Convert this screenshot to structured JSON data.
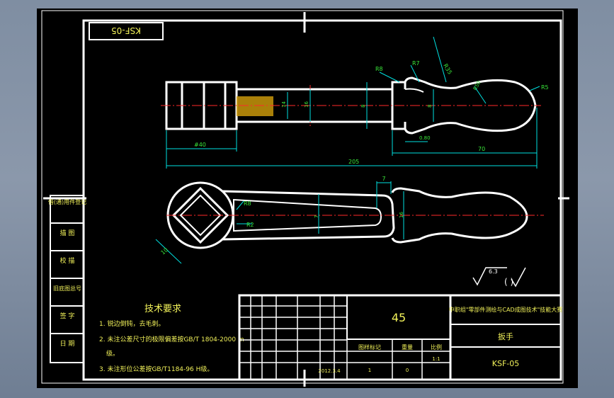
{
  "stamp": "KSF-05",
  "dims": {
    "d1": "R8",
    "d2": "R7",
    "d3": "R35",
    "d4": "R5",
    "d5": "R50",
    "d6": "14",
    "d7": "16",
    "d8": "8",
    "d9": "8",
    "d10": "#40",
    "d11": "0.80",
    "d12": "70",
    "d13": "205",
    "d14": "7",
    "d15": "R8",
    "d16": "R2",
    "d17": "10",
    "d18": "7",
    "d19": "16"
  },
  "roughness": {
    "value": "6.3",
    "paren": "( )"
  },
  "side_table": [
    "借(通)用件登记",
    "描 图",
    "校 描",
    "旧底图总号",
    "签 字",
    "日 期"
  ],
  "tech": {
    "title": "技术要求",
    "items": [
      "1. 锐边倒钝，去毛刺。",
      "2. 未注公差尺寸的极限偏差按GB/T 1804-2000 m",
      "级。",
      "3. 未注形位公差按GB/T1184-96 H级。"
    ]
  },
  "title_block": {
    "material": "45",
    "school": "中职组\"零部件测绘与CAD成图技术\"技能大赛",
    "part_name": "扳手",
    "drawing_no": "KSF-05",
    "stage_header": "图样标记",
    "weight_header": "重量",
    "scale_header": "比例",
    "scale": "1:1",
    "date": "2012.3.4",
    "sheet_a": "1",
    "sheet_b": "0"
  }
}
